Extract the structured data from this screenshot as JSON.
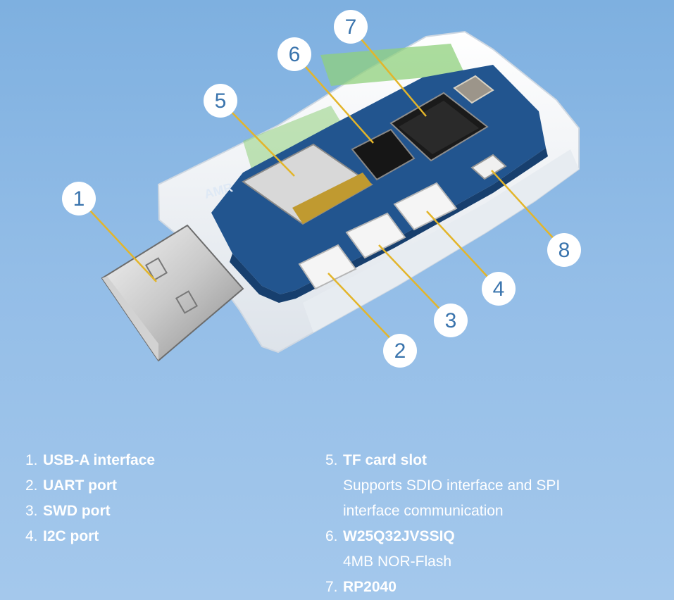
{
  "callouts": [
    "1",
    "2",
    "3",
    "4",
    "5",
    "6",
    "7",
    "8"
  ],
  "board_silkscreen": "AMR",
  "colors": {
    "background_top": "#7eb0e0",
    "background_bottom": "#a4c8ec",
    "pcb": "#22558f",
    "leader_line": "#e3b52a",
    "callout_text": "#3a74ad",
    "legend_text": "#ffffff"
  },
  "legend": {
    "left": [
      {
        "num": "1.",
        "label": "USB-A interface"
      },
      {
        "num": "2.",
        "label": "UART port"
      },
      {
        "num": "3.",
        "label": "SWD port"
      },
      {
        "num": "4.",
        "label": "I2C port"
      }
    ],
    "right": [
      {
        "num": "5.",
        "label": "TF card slot",
        "desc": [
          "Supports SDIO interface and SPI",
          "interface communication"
        ]
      },
      {
        "num": "6.",
        "label": "W25Q32JVSSIQ",
        "desc": [
          "4MB NOR-Flash"
        ]
      },
      {
        "num": "7.",
        "label": "RP2040",
        "desc": []
      }
    ]
  }
}
